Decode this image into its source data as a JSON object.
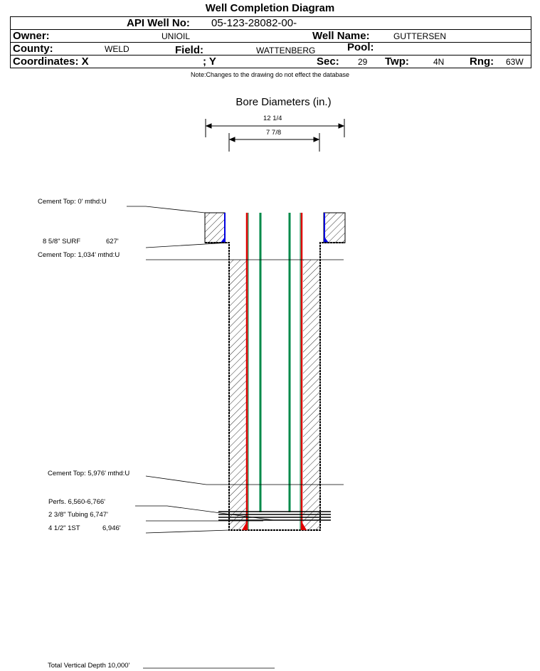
{
  "title": "Well Completion Diagram",
  "header": {
    "api_label": "API Well No:",
    "api_value": "05-123-28082-00-",
    "owner_label": "Owner:",
    "owner_value": "UNIOIL",
    "well_name_label": "Well Name:",
    "well_name_value": "GUTTERSEN",
    "county_label": "County:",
    "county_value": "WELD",
    "field_label": "Field:",
    "field_value": "WATTENBERG",
    "pool_label": "Pool:",
    "coord_x_label": "Coordinates: X",
    "coord_y_label": "; Y",
    "sec_label": "Sec:",
    "sec_value": "29",
    "twp_label": "Twp:",
    "twp_value": "4N",
    "rng_label": "Rng:",
    "rng_value": "63W"
  },
  "note": "Note:Changes to the drawing do not effect the database",
  "bore": {
    "title": "Bore Diameters (in.)",
    "outer": "12 1/4",
    "inner": "7 7/8"
  },
  "labels": {
    "cement_top_1": "Cement Top: 0' mthd:U",
    "surf_casing": "8 5/8\" SURF",
    "surf_depth": "627'",
    "cement_top_2": "Cement Top: 1,034' mthd:U",
    "cement_top_3": "Cement Top: 5,976' mthd:U",
    "perfs": "Perfs. 6,560-6,766'",
    "tubing": "2 3/8\" Tubing 6,747'",
    "prod_casing": "4 1/2\" 1ST",
    "prod_depth": "6,946'",
    "tvd": "Total Vertical Depth 10,000'"
  },
  "colors": {
    "casing": "#e00000",
    "tubing": "#008a4a",
    "cement_fill": "#0000e0"
  }
}
